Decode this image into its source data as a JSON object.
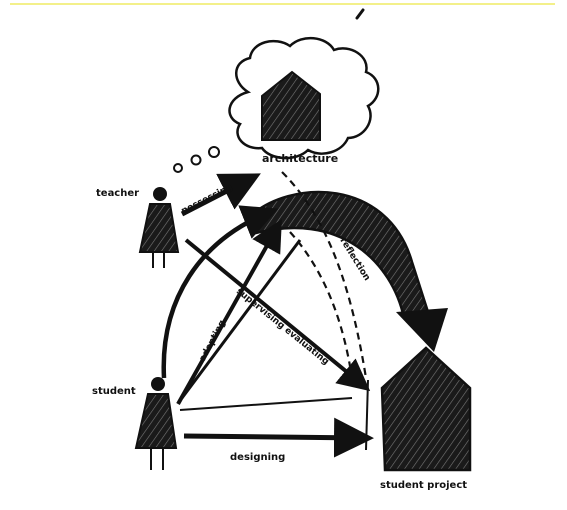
{
  "diagram": {
    "nodes": {
      "architecture": "architecture",
      "teacher": "teacher",
      "student": "student",
      "student_project": "student project"
    },
    "relations": {
      "possessing": "possessing",
      "reflection": "reflection",
      "supervising_evaluating": "supervising evaluating",
      "adopting": "adopting",
      "designing": "designing"
    }
  }
}
